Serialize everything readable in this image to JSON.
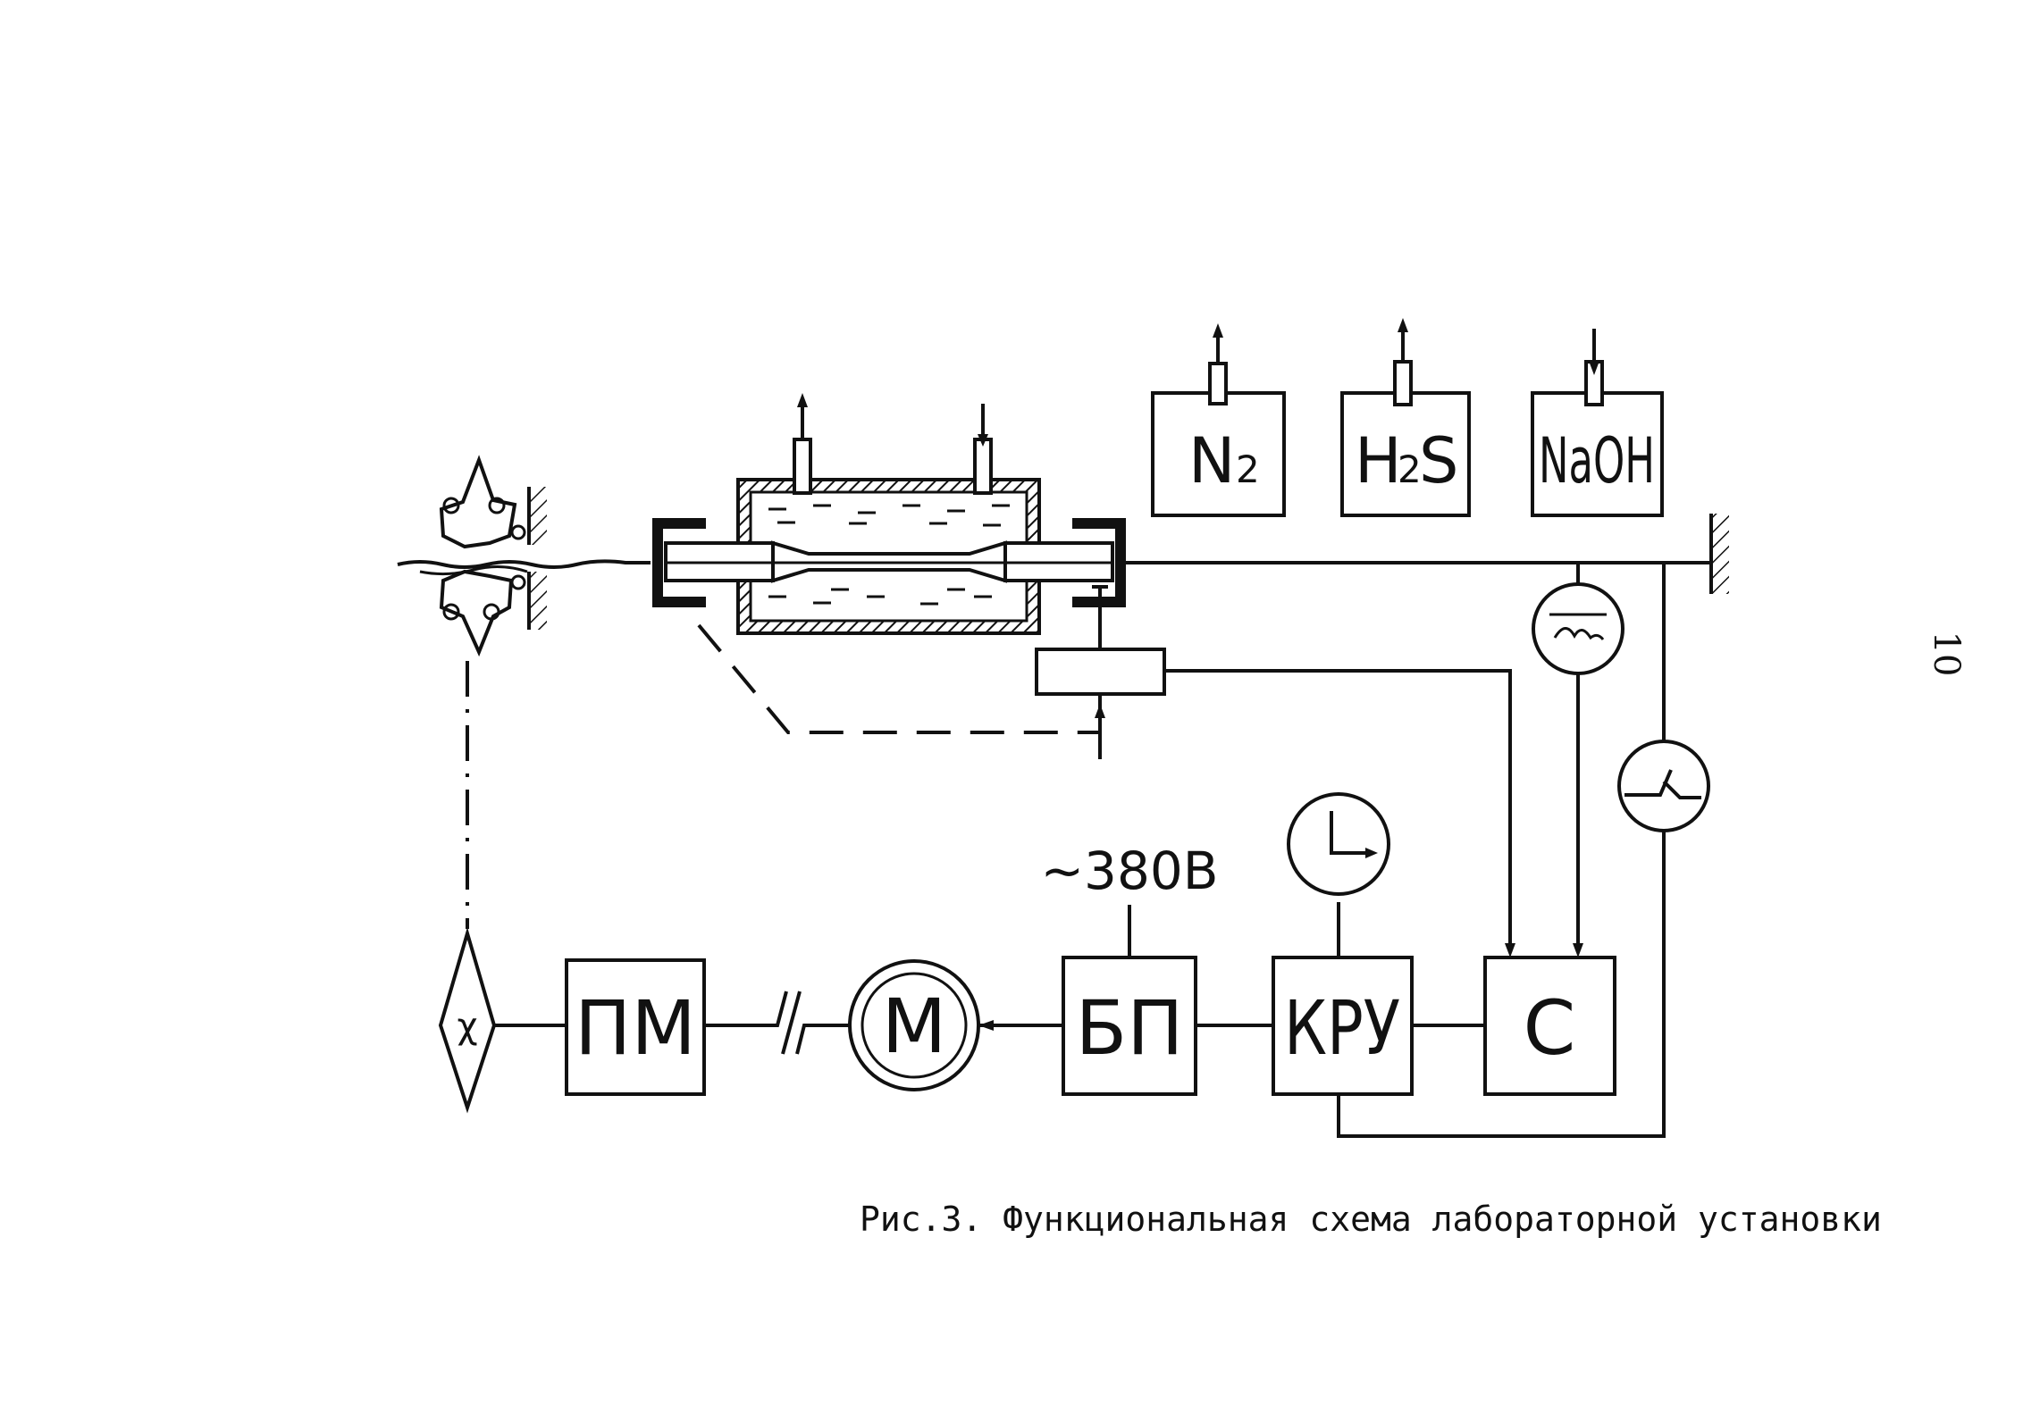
{
  "blocks": {
    "pm": "ПМ",
    "motor": "М",
    "bp": "БП",
    "kru": "КРУ",
    "c": "С"
  },
  "gases": {
    "n2": {
      "base": "N",
      "sub": "2"
    },
    "h2s": {
      "base1": "H",
      "sub": "2",
      "base2": "S"
    },
    "naoh": {
      "base": "NaOH"
    }
  },
  "supply_label": "~380В",
  "switch_label": "χ",
  "caption": "Рис.3. Функциональная схема лабораторной установки",
  "page_number": "10"
}
